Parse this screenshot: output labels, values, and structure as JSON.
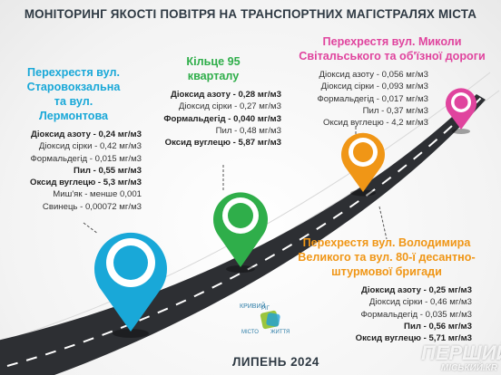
{
  "title": "МОНІТОРИНГ ЯКОСТІ ПОВІТРЯ НА ТРАНСПОРТНИХ МАГІСТРАЛЯХ МІСТА",
  "locations": [
    {
      "name_lines": [
        "Перехрестя вул.",
        "Старовокзальна",
        "та вул.",
        "Лермонтова"
      ],
      "color": "#19a8d8",
      "readings": [
        {
          "label": "Діоксид азоту - 0,24 мг/м3",
          "bold": true
        },
        {
          "label": "Діоксид сірки - 0,42 мг/м3",
          "bold": false
        },
        {
          "label": "Формальдегід - 0,015 мг/м3",
          "bold": false
        },
        {
          "label": "Пил - 0,55 мг/м3",
          "bold": true
        },
        {
          "label": "Оксид вуглецю - 5,3 мг/м3",
          "bold": true
        },
        {
          "label": "Миш'як - менше 0,001",
          "bold": false
        },
        {
          "label": "Свинець - 0,00072 мг/м3",
          "bold": false
        }
      ]
    },
    {
      "name_lines": [
        "Кільце 95",
        "кварталу"
      ],
      "color": "#2fae4a",
      "readings": [
        {
          "label": "Діоксид азоту - 0,28 мг/м3",
          "bold": true
        },
        {
          "label": "Діоксид сірки - 0,27 мг/м3",
          "bold": false
        },
        {
          "label": "Формальдегід - 0,040 мг/м3",
          "bold": true
        },
        {
          "label": "Пил - 0,48 мг/м3",
          "bold": false
        },
        {
          "label": "Оксид вуглецю - 5,87 мг/м3",
          "bold": true
        }
      ]
    },
    {
      "name_lines": [
        "Перехрестя вул. Миколи",
        "Світальського та об'їзної дороги"
      ],
      "color": "#e0449e",
      "readings": [
        {
          "label": "Діоксид азоту - 0,056 мг/м3",
          "bold": false
        },
        {
          "label": "Діоксид сірки - 0,093 мг/м3",
          "bold": false
        },
        {
          "label": "Формальдегід - 0,017 мг/м3",
          "bold": false
        },
        {
          "label": "Пил - 0,37 мг/м3",
          "bold": false
        },
        {
          "label": "Оксид вуглецю - 4,2 мг/м3",
          "bold": false
        }
      ]
    },
    {
      "name_lines": [
        "Перехрестя вул. Володимира",
        "Великого та вул. 80-ї десантно-",
        "штурмової бригади"
      ],
      "color": "#f09616",
      "readings": [
        {
          "label": "Діоксид азоту - 0,25 мг/м3",
          "bold": true
        },
        {
          "label": "Діоксид сірки - 0,46 мг/м3",
          "bold": false
        },
        {
          "label": "Формальдегід - 0,035 мг/м3",
          "bold": false
        },
        {
          "label": "Пил - 0,56 мг/м3",
          "bold": true
        },
        {
          "label": "Оксид вуглецю - 5,71 мг/м3",
          "bold": true
        }
      ]
    }
  ],
  "logo": {
    "line1": "КРИВИЙ",
    "line2": "РІГ",
    "line3": "МІСТО",
    "line4": "ЖИТТЯ"
  },
  "date": "ЛИПЕНЬ 2024",
  "watermark": {
    "line1": "ПЕРШИЙ",
    "line2": "МІСЬКИЙ.КR"
  }
}
